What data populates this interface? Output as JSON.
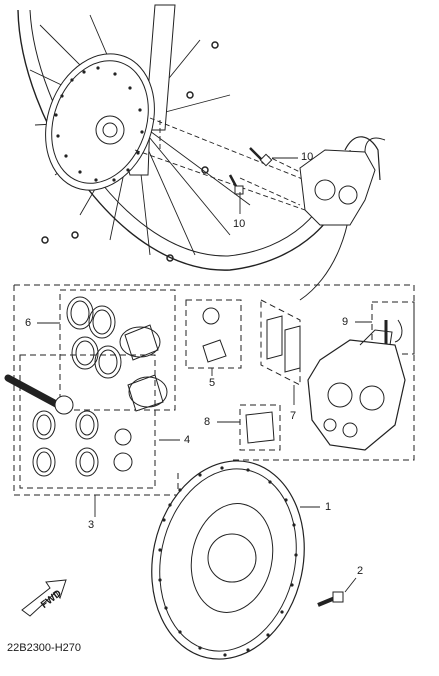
{
  "diagram": {
    "callouts": {
      "c1": "1",
      "c2": "2",
      "c3": "3",
      "c4": "4",
      "c5": "5",
      "c6": "6",
      "c7": "7",
      "c8": "8",
      "c9": "9",
      "c10a": "10",
      "c10b": "10"
    },
    "direction_label": "FWD",
    "drawing_code": "22B2300-H270"
  }
}
